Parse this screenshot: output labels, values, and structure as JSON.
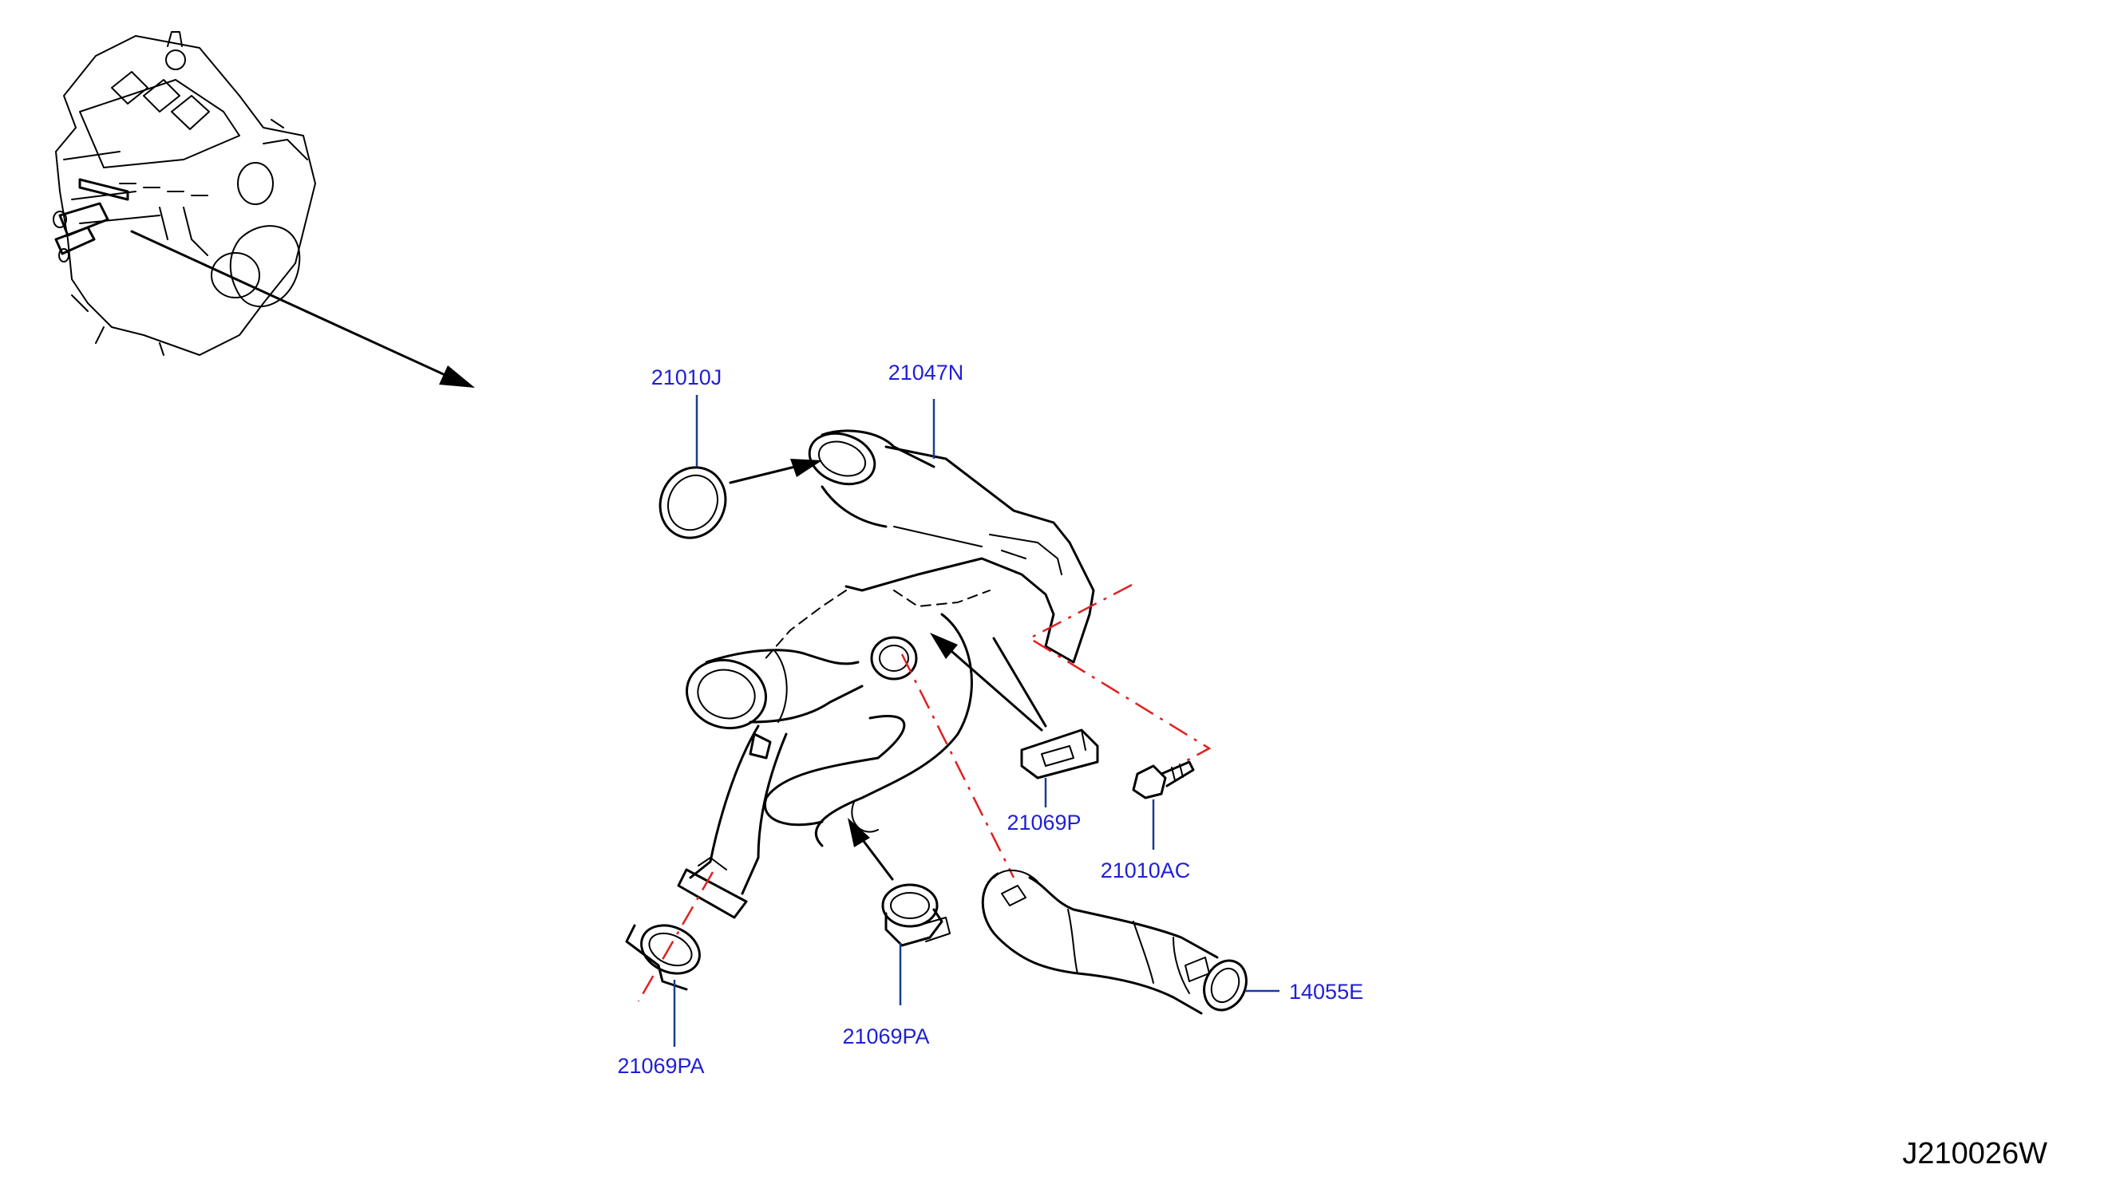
{
  "colors": {
    "label": "#1f1fd6",
    "leader": "#1a3d8f",
    "reference_line": "#e02020",
    "drawing": "#000000",
    "code": "#000000"
  },
  "labels": {
    "gasket": "21010J",
    "pipe": "21047N",
    "clip": "21069P",
    "bolt": "21010AC",
    "clamp_left": "21069PA",
    "clamp_center": "21069PA",
    "hose": "14055E"
  },
  "diagram_code": "J210026W"
}
